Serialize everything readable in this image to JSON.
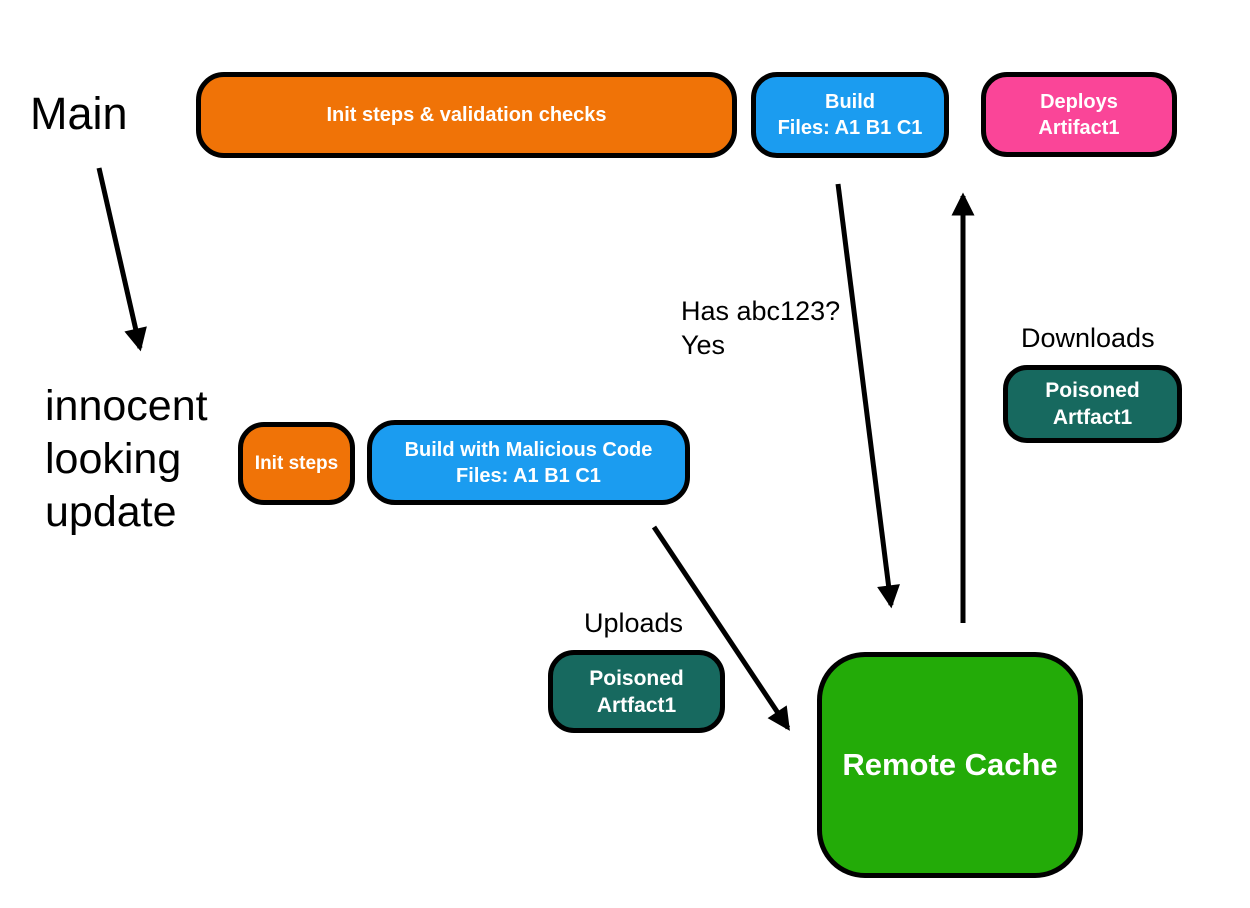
{
  "canvas": {
    "background": "#ffffff"
  },
  "colors": {
    "orange": "#f07307",
    "blue": "#1b9cf0",
    "pink": "#fa4598",
    "teal": "#17695f",
    "green": "#23ab08",
    "outline": "#000000",
    "arrow": "#000000",
    "label_text": "#000000",
    "node_text": "#ffffff"
  },
  "labels": {
    "main": "Main",
    "innocent_update": "innocent\nlooking\nupdate",
    "has_abc123": "Has abc123?\nYes",
    "uploads": "Uploads",
    "downloads": "Downloads"
  },
  "nodes": {
    "init_validation": {
      "label": "Init steps & validation checks"
    },
    "build_main": {
      "label": "Build\nFiles: A1 B1 C1"
    },
    "deploys_artifact": {
      "label": "Deploys\nArtifact1"
    },
    "init_steps": {
      "label": "Init steps"
    },
    "build_malicious": {
      "label": "Build with Malicious Code\nFiles: A1 B1 C1"
    },
    "poisoned_uploaded": {
      "label": "Poisoned\nArtfact1"
    },
    "poisoned_downloaded": {
      "label": "Poisoned\nArtfact1"
    },
    "remote_cache": {
      "label": "Remote Cache"
    }
  }
}
